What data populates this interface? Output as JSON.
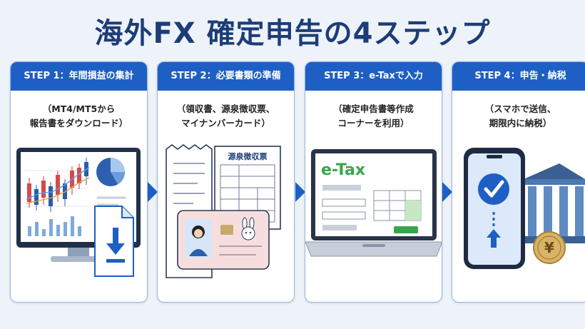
{
  "title": "海外FX 確定申告の4ステップ",
  "steps": [
    {
      "heading": "STEP 1：年間損益の集計",
      "desc": [
        "（MT4/MT5から",
        "報告書をダウンロード）"
      ]
    },
    {
      "heading": "STEP 2：必要書類の準備",
      "desc": [
        "（領収書、源泉徴収票、",
        "マイナンバーカード）"
      ]
    },
    {
      "heading": "STEP 3：e-Taxで入力",
      "desc": [
        "（確定申告書等作成",
        "コーナーを利用）"
      ]
    },
    {
      "heading": "STEP 4：申告・納税",
      "desc": [
        "（スマホで送信、",
        "期限内に納税）"
      ]
    }
  ],
  "illustrations": {
    "doc2_title": "源泉徴収票",
    "yen_small": "¥",
    "etax_logo": "e-Tax",
    "yen_coin": "¥"
  },
  "colors": {
    "primary": "#1d5fc4",
    "title": "#1d3d78",
    "green": "#3aa64b"
  }
}
